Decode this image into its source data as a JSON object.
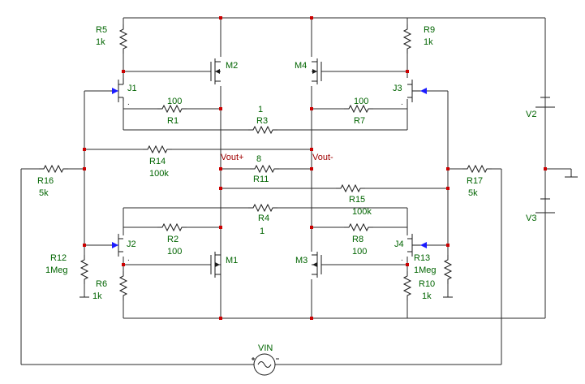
{
  "colors": {
    "wire": "#2a2a2a",
    "component": "#1a1a1a",
    "node": "#cc0000",
    "label": "#006400",
    "net_label": "#a00000",
    "jfet_arrow": "#1b1bff"
  },
  "components": {
    "R5": {
      "name": "R5",
      "value": "1k"
    },
    "R9": {
      "name": "R9",
      "value": "1k"
    },
    "R6": {
      "name": "R6",
      "value": "1k"
    },
    "R10": {
      "name": "R10",
      "value": "1k"
    },
    "R1": {
      "name": "R1",
      "value": "100"
    },
    "R7": {
      "name": "R7",
      "value": "100"
    },
    "R2": {
      "name": "R2",
      "value": "100"
    },
    "R8": {
      "name": "R8",
      "value": "100"
    },
    "R3": {
      "name": "R3",
      "value": "1"
    },
    "R4": {
      "name": "R4",
      "value": "1"
    },
    "R11": {
      "name": "R11",
      "value": "8"
    },
    "R14": {
      "name": "R14",
      "value": "100k"
    },
    "R15": {
      "name": "R15",
      "value": "100k"
    },
    "R16": {
      "name": "R16",
      "value": "5k"
    },
    "R17": {
      "name": "R17",
      "value": "5k"
    },
    "R12": {
      "name": "R12",
      "value": "1Meg"
    },
    "R13": {
      "name": "R13",
      "value": "1Meg"
    },
    "J1": {
      "name": "J1"
    },
    "J2": {
      "name": "J2"
    },
    "J3": {
      "name": "J3"
    },
    "J4": {
      "name": "J4"
    },
    "M1": {
      "name": "M1"
    },
    "M2": {
      "name": "M2"
    },
    "M3": {
      "name": "M3"
    },
    "M4": {
      "name": "M4"
    },
    "V2": {
      "name": "V2"
    },
    "V3": {
      "name": "V3"
    },
    "VIN": {
      "name": "VIN"
    }
  },
  "nets": {
    "vout_plus": "Vout+",
    "vout_minus": "Vout-"
  }
}
